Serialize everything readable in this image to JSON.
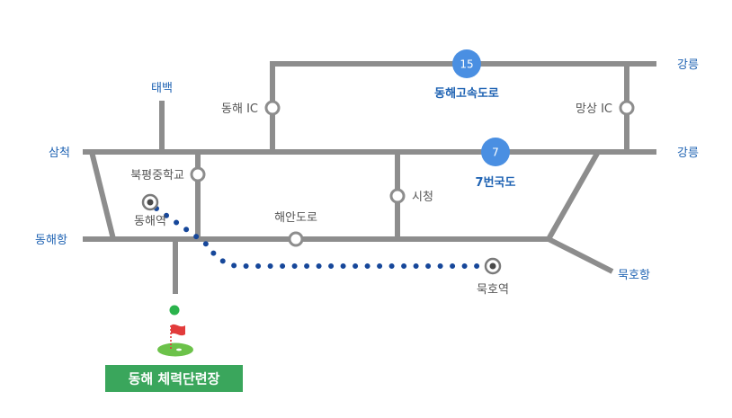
{
  "colors": {
    "road": "#8d8d8d",
    "label_blue": "#1f63b3",
    "label_gray": "#555555",
    "badge_blue": "#4a8fe2",
    "rail_blue": "#16479a",
    "destination_green": "#3aa65c"
  },
  "highway": {
    "badge": "15",
    "name": "동해고속도로",
    "east_label": "강릉",
    "ic_west": "동해 IC",
    "ic_east": "망상 IC"
  },
  "national_road": {
    "badge": "7",
    "name": "7번국도",
    "east_label": "강릉",
    "west_label": "삼척"
  },
  "places": {
    "taebaek": "태백",
    "school": "북평중학교",
    "city_hall": "시청",
    "coastal_road": "해안도로",
    "donghae_port": "동해항",
    "mukho_port": "묵호항"
  },
  "stations": {
    "donghae": "동해역",
    "mukho": "묵호역"
  },
  "destination": {
    "name": "동해 체력단련장",
    "icon": "golf-flag-icon"
  }
}
